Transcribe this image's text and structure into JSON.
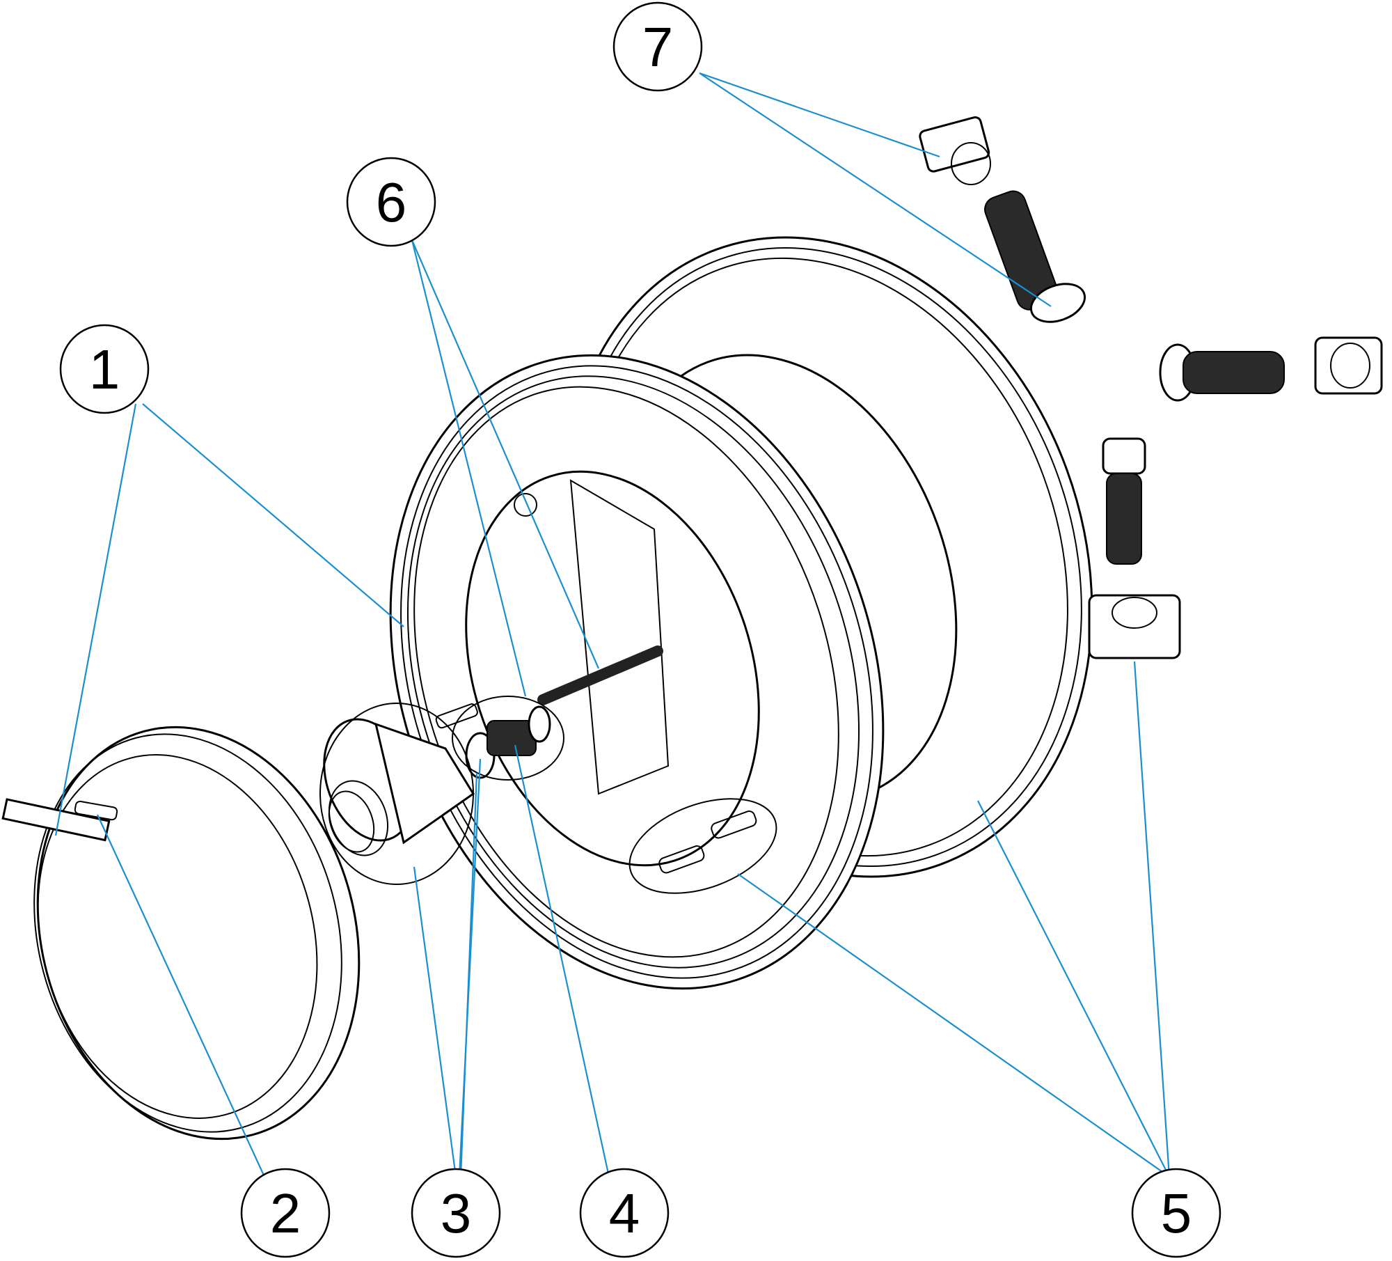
{
  "callouts": [
    {
      "id": "1",
      "label": "1"
    },
    {
      "id": "2",
      "label": "2"
    },
    {
      "id": "3",
      "label": "3"
    },
    {
      "id": "4",
      "label": "4"
    },
    {
      "id": "5",
      "label": "5"
    },
    {
      "id": "6",
      "label": "6"
    },
    {
      "id": "7",
      "label": "7"
    }
  ],
  "colors": {
    "leader": "#1a8fd0",
    "outline": "#000000",
    "background": "#ffffff"
  }
}
